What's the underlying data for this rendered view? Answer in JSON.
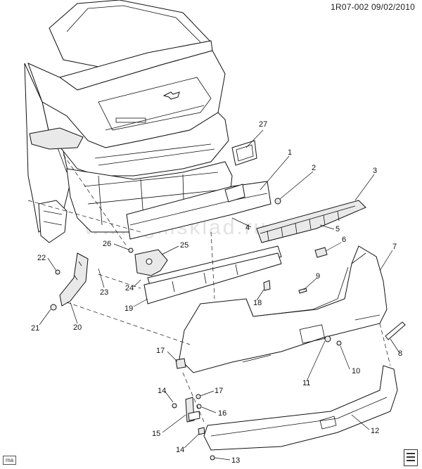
{
  "header": {
    "code": "1R07-002",
    "date": "09/02/2010"
  },
  "footer": {
    "tag": "ma"
  },
  "watermark": {
    "text": "www.gmsklad.ru"
  },
  "callouts": [
    {
      "id": "27",
      "label": "27"
    },
    {
      "id": "1",
      "label": "1"
    },
    {
      "id": "2",
      "label": "2"
    },
    {
      "id": "3",
      "label": "3"
    },
    {
      "id": "4",
      "label": "4"
    },
    {
      "id": "5",
      "label": "5"
    },
    {
      "id": "6",
      "label": "6"
    },
    {
      "id": "7",
      "label": "7"
    },
    {
      "id": "26",
      "label": "26"
    },
    {
      "id": "25",
      "label": "25"
    },
    {
      "id": "22",
      "label": "22"
    },
    {
      "id": "23",
      "label": "23"
    },
    {
      "id": "24",
      "label": "24"
    },
    {
      "id": "9",
      "label": "9"
    },
    {
      "id": "19",
      "label": "19"
    },
    {
      "id": "18",
      "label": "18"
    },
    {
      "id": "21",
      "label": "21"
    },
    {
      "id": "20",
      "label": "20"
    },
    {
      "id": "17a",
      "label": "17"
    },
    {
      "id": "8",
      "label": "8"
    },
    {
      "id": "10",
      "label": "10"
    },
    {
      "id": "11",
      "label": "11"
    },
    {
      "id": "14a",
      "label": "14"
    },
    {
      "id": "17b",
      "label": "17"
    },
    {
      "id": "16",
      "label": "16"
    },
    {
      "id": "15",
      "label": "15"
    },
    {
      "id": "12",
      "label": "12"
    },
    {
      "id": "14b",
      "label": "14"
    },
    {
      "id": "13",
      "label": "13"
    }
  ]
}
